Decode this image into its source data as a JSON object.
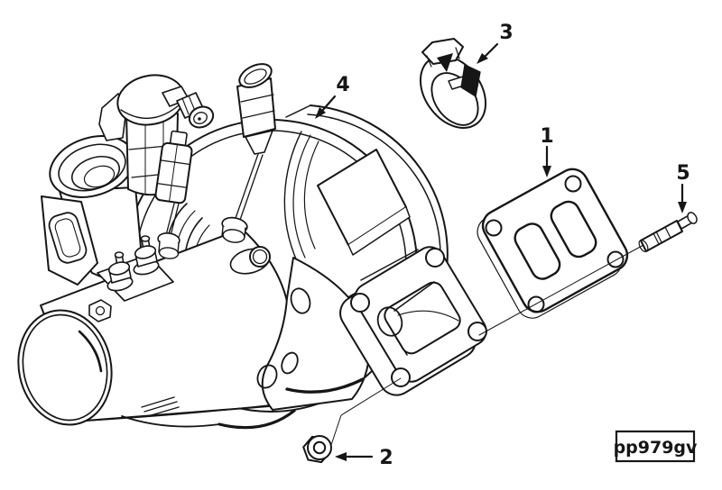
{
  "page": {
    "background": "#ffffff",
    "ink": "#161616"
  },
  "figure": {
    "code": "pp979gv"
  },
  "callouts": {
    "c1": "1",
    "c2": "2",
    "c3": "3",
    "c4": "4",
    "c5": "5"
  }
}
